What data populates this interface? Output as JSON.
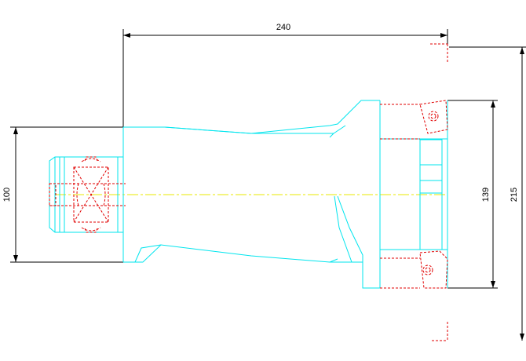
{
  "drawing": {
    "dimensions": {
      "overall_length": "240",
      "shank_diameter": "100",
      "cutting_diameter": "139",
      "total_diameter": "215"
    },
    "colors": {
      "background": "#ffffff",
      "dimension": "#000000",
      "body_outline": "#00e5ee",
      "hidden_lines": "#e00000",
      "center_line": "#e8e800"
    }
  }
}
